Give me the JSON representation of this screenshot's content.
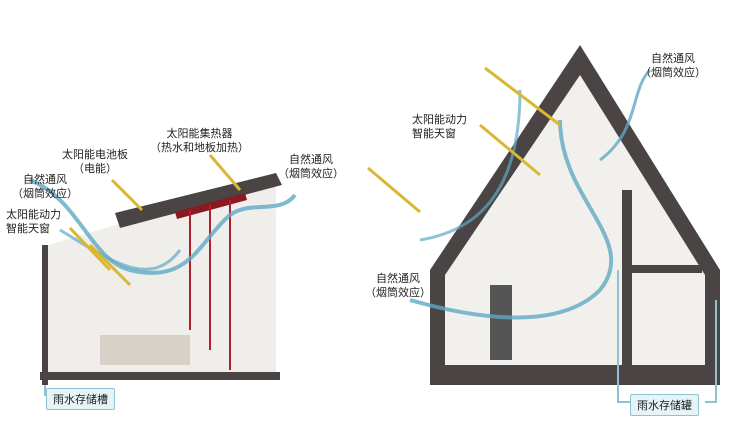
{
  "left_house": {
    "pv_panel": {
      "title": "太阳能电池板",
      "sub": "（电能）"
    },
    "collector": {
      "title": "太阳能集热器",
      "sub": "（热水和地板加热）"
    },
    "vent_left": {
      "title": "自然通风",
      "sub": "（烟筒效应）"
    },
    "vent_right": {
      "title": "自然通风",
      "sub": "（烟筒效应）"
    },
    "skylight": {
      "title": "太阳能动力",
      "sub": "智能天窗"
    },
    "tank": "雨水存储槽"
  },
  "right_house": {
    "vent_top": {
      "title": "自然通风",
      "sub": "（烟筒效应）"
    },
    "skylight": {
      "title": "太阳能动力",
      "sub": "智能天窗"
    },
    "vent_left": {
      "title": "自然通风",
      "sub": "（烟筒效应）"
    },
    "tank": "雨水存储罐"
  },
  "colors": {
    "wall": "#4a4444",
    "airflow": "#5fa9c4",
    "sunray": "#d9b733",
    "heat_pipe": "#b0202a",
    "tank_bg": "#e6f3f7"
  }
}
